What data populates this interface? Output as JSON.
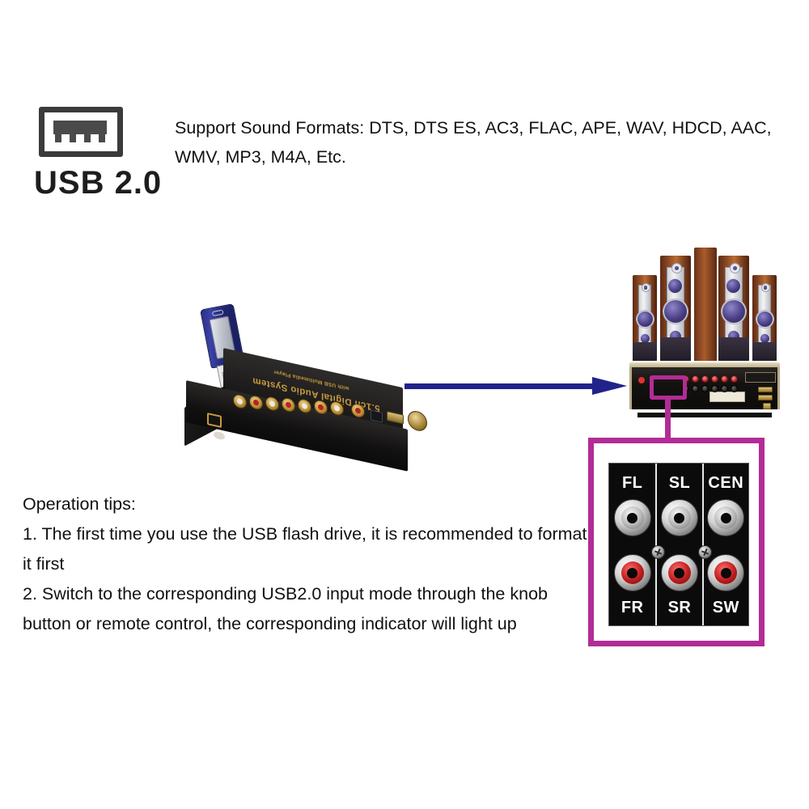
{
  "badge": {
    "icon": "usb-icon",
    "label": "USB 2.0"
  },
  "formats": {
    "text": "Support Sound Formats: DTS, DTS ES, AC3, FLAC, APE, WAV, HDCD, AAC, WMV, MP3, M4A, Etc."
  },
  "tips": {
    "heading": "Operation tips:",
    "items": [
      "1. The first time you use the USB flash drive, it is recommended to format it first",
      "2. Switch to the corresponding USB2.0 input mode through the knob button or remote control, the corresponding indicator will light up"
    ]
  },
  "device": {
    "title": "5.1ch Digital Audio System",
    "subtitle": "with USB Multimedia Player"
  },
  "detail_panel": {
    "columns": [
      {
        "top_label": "FL",
        "bottom_label": "FR"
      },
      {
        "top_label": "SL",
        "bottom_label": "SR"
      },
      {
        "top_label": "CEN",
        "bottom_label": "SW"
      }
    ]
  },
  "colors": {
    "arrow": "#22228c",
    "callout": "#b22c96",
    "gold": "#c79a3c",
    "jack_red": "#c01d1d"
  }
}
